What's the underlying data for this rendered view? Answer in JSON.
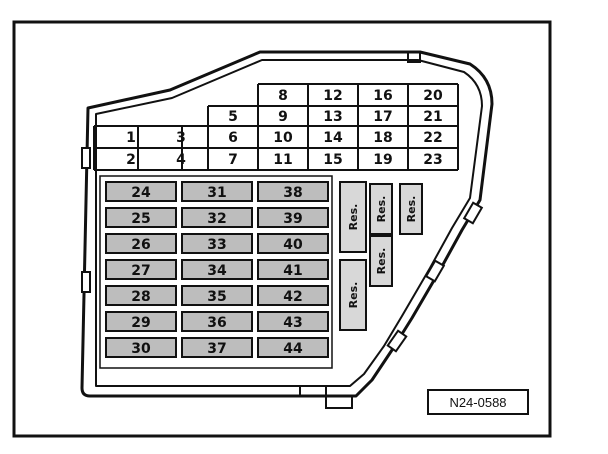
{
  "colors": {
    "outline": "#111111",
    "fuse_fill": "#bdbdbd",
    "res_fill": "#d8d8d8",
    "background": "#ffffff"
  },
  "relay_grid": {
    "rows": [
      [
        "",
        "",
        "",
        "8",
        "12",
        "16",
        "20"
      ],
      [
        "",
        "",
        "5",
        "9",
        "13",
        "17",
        "21"
      ],
      [
        "1",
        "3",
        "6",
        "10",
        "14",
        "18",
        "22"
      ],
      [
        "2",
        "4",
        "7",
        "11",
        "15",
        "19",
        "23"
      ]
    ]
  },
  "fuse_columns": [
    [
      "24",
      "25",
      "26",
      "27",
      "28",
      "29",
      "30"
    ],
    [
      "31",
      "32",
      "33",
      "34",
      "35",
      "36",
      "37"
    ],
    [
      "38",
      "39",
      "40",
      "41",
      "42",
      "43",
      "44"
    ]
  ],
  "reserves": [
    "Res.",
    "Res.",
    "Res.",
    "Res.",
    "Res."
  ],
  "figure_ref": "N24-0588"
}
